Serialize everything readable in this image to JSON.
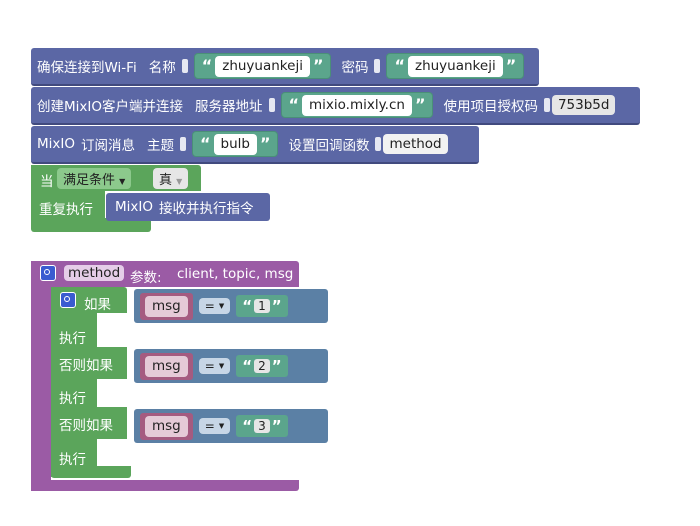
{
  "wifi": {
    "label": "确保连接到Wi-Fi",
    "name_label": "名称",
    "name_value": "zhuyuankeji",
    "pwd_label": "密码",
    "pwd_value": "zhuyuankeji"
  },
  "connect": {
    "label": "创建MixIO客户端并连接",
    "server_label": "服务器地址",
    "server_value": "mixio.mixly.cn",
    "code_label": "使用项目授权码",
    "code_value": "753b5d"
  },
  "subscribe": {
    "prefix": "MixIO",
    "label": "订阅消息",
    "topic_label": "主题",
    "topic_value": "bulb",
    "callback_label": "设置回调函数",
    "callback_value": "method"
  },
  "while_loop": {
    "when_label": "当",
    "mode": "满足条件",
    "condition": "真",
    "repeat_label": "重复执行",
    "inner_prefix": "MixIO",
    "inner_label": "接收并执行指令"
  },
  "func": {
    "name": "method",
    "params_label": "参数:",
    "params": "client, topic, msg"
  },
  "ifblock": {
    "if_label": "如果",
    "elseif_label": "否则如果",
    "do_label": "执行",
    "var": "msg",
    "op": "=",
    "values": [
      "1",
      "2",
      "3"
    ]
  },
  "quote_open": "“",
  "quote_close": "”",
  "colors": {
    "mixio": "#5b67a5",
    "control": "#5ba55b",
    "procedure": "#9b5ba5",
    "logic": "#5b80a5",
    "text": "#5ba58c",
    "variable": "#a55b80"
  }
}
